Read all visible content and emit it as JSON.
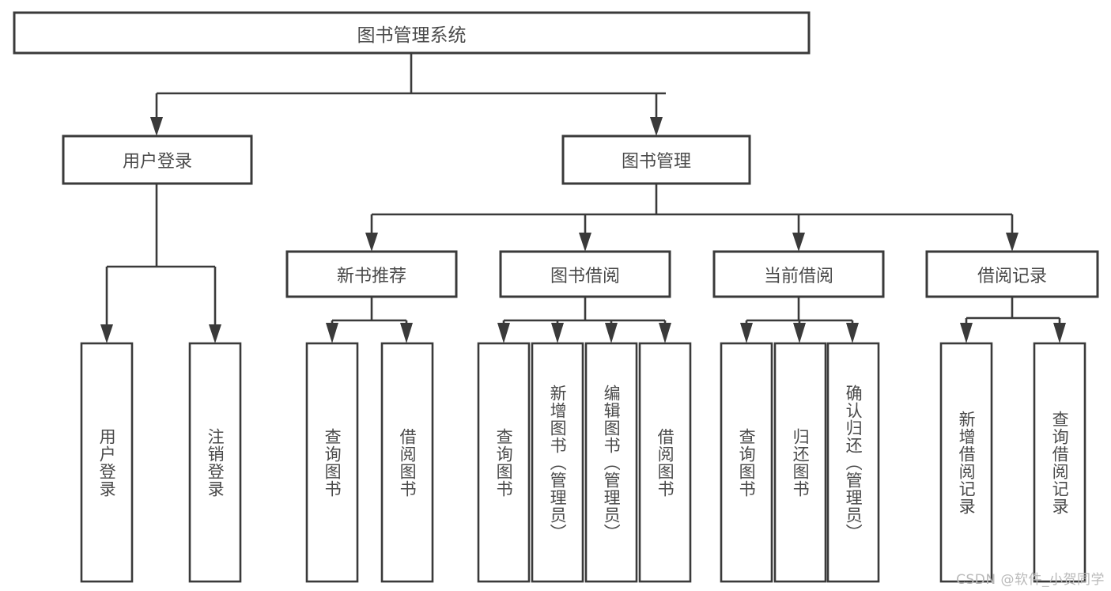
{
  "diagram": {
    "title": "图书管理系统",
    "type": "tree",
    "watermark": "CSDN @软件_小贺同学",
    "colors": {
      "box_stroke": "#3a3a3a",
      "box_fill": "#ffffff",
      "text": "#4a4a4a",
      "background": "#ffffff",
      "watermark": "#b9b9b9"
    },
    "levels": {
      "root": "图书管理系统",
      "level2": [
        "用户登录",
        "图书管理"
      ],
      "level3": [
        "新书推荐",
        "图书借阅",
        "当前借阅",
        "借阅记录"
      ]
    },
    "nodes": {
      "root": {
        "label": "图书管理系统",
        "orientation": "horizontal"
      },
      "user_login": {
        "label": "用户登录",
        "orientation": "horizontal"
      },
      "book_manage": {
        "label": "图书管理",
        "orientation": "horizontal"
      },
      "new_book_rec": {
        "label": "新书推荐",
        "orientation": "horizontal"
      },
      "book_borrow": {
        "label": "图书借阅",
        "orientation": "horizontal"
      },
      "current_borrow": {
        "label": "当前借阅",
        "orientation": "horizontal"
      },
      "borrow_record": {
        "label": "借阅记录",
        "orientation": "horizontal"
      },
      "leaf_user_login": {
        "label": "用户登录",
        "orientation": "vertical"
      },
      "leaf_logout": {
        "label": "注销登录",
        "orientation": "vertical"
      },
      "leaf_query_book_1": {
        "label": "查询图书",
        "orientation": "vertical"
      },
      "leaf_borrow_book_1": {
        "label": "借阅图书",
        "orientation": "vertical"
      },
      "leaf_query_book_2": {
        "label": "查询图书",
        "orientation": "vertical"
      },
      "leaf_add_book": {
        "label": "新增图书（管理员）",
        "orientation": "vertical"
      },
      "leaf_edit_book": {
        "label": "编辑图书（管理员）",
        "orientation": "vertical"
      },
      "leaf_borrow_book_2": {
        "label": "借阅图书",
        "orientation": "vertical"
      },
      "leaf_query_book_3": {
        "label": "查询图书",
        "orientation": "vertical"
      },
      "leaf_return_book": {
        "label": "归还图书",
        "orientation": "vertical"
      },
      "leaf_confirm_return": {
        "label": "确认归还（管理员）",
        "orientation": "vertical"
      },
      "leaf_add_record": {
        "label": "新增借阅记录",
        "orientation": "vertical"
      },
      "leaf_query_record": {
        "label": "查询借阅记录",
        "orientation": "vertical"
      }
    },
    "edges": [
      {
        "from": "root",
        "to": "user_login"
      },
      {
        "from": "root",
        "to": "book_manage"
      },
      {
        "from": "user_login",
        "to": "leaf_user_login"
      },
      {
        "from": "user_login",
        "to": "leaf_logout"
      },
      {
        "from": "book_manage",
        "to": "new_book_rec"
      },
      {
        "from": "book_manage",
        "to": "book_borrow"
      },
      {
        "from": "book_manage",
        "to": "current_borrow"
      },
      {
        "from": "book_manage",
        "to": "borrow_record"
      },
      {
        "from": "new_book_rec",
        "to": "leaf_query_book_1"
      },
      {
        "from": "new_book_rec",
        "to": "leaf_borrow_book_1"
      },
      {
        "from": "book_borrow",
        "to": "leaf_query_book_2"
      },
      {
        "from": "book_borrow",
        "to": "leaf_add_book"
      },
      {
        "from": "book_borrow",
        "to": "leaf_edit_book"
      },
      {
        "from": "book_borrow",
        "to": "leaf_borrow_book_2"
      },
      {
        "from": "current_borrow",
        "to": "leaf_query_book_3"
      },
      {
        "from": "current_borrow",
        "to": "leaf_return_book"
      },
      {
        "from": "current_borrow",
        "to": "leaf_confirm_return"
      },
      {
        "from": "borrow_record",
        "to": "leaf_add_record"
      },
      {
        "from": "borrow_record",
        "to": "leaf_query_record"
      }
    ]
  }
}
